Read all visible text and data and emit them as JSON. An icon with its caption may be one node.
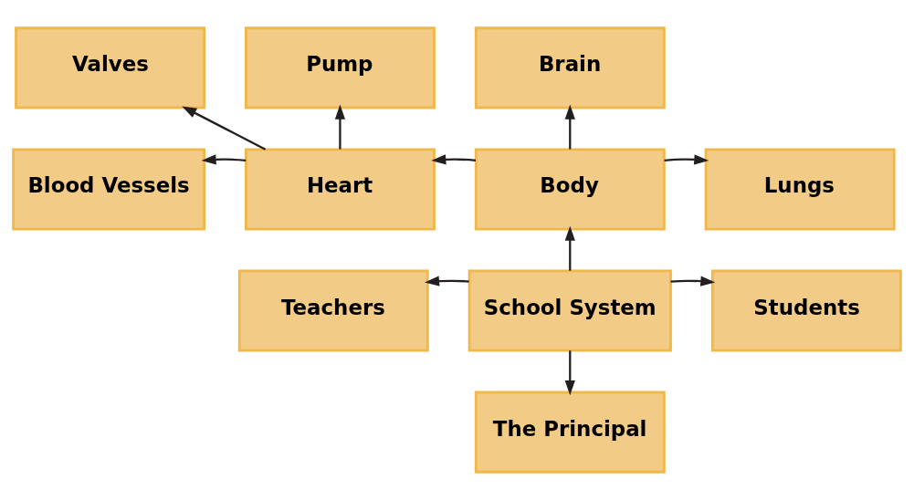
{
  "diagram": {
    "nodes": [
      {
        "text": [
          "Valves"
        ]
      },
      {
        "text": [
          "Pump"
        ]
      },
      {
        "text": [
          "Brain"
        ]
      },
      {
        "text": [
          "Blood Vessels"
        ]
      },
      {
        "text": [
          "Heart"
        ]
      },
      {
        "text": [
          "Body"
        ]
      },
      {
        "text": [
          "Lungs"
        ]
      },
      {
        "text": [
          "Teachers"
        ]
      },
      {
        "text": [
          "School System"
        ]
      },
      {
        "text": [
          "Students"
        ]
      },
      {
        "text": [
          "The Principal"
        ]
      }
    ],
    "edges": [
      {
        "from": 4,
        "to": 0,
        "arrow": "to"
      },
      {
        "from": 4,
        "to": 1,
        "arrow": "to"
      },
      {
        "from": 4,
        "to": 3,
        "arrow": "to"
      },
      {
        "from": 5,
        "to": 4,
        "arrow": "to"
      },
      {
        "from": 5,
        "to": 2,
        "arrow": "to"
      },
      {
        "from": 5,
        "to": 6,
        "arrow": "to"
      },
      {
        "from": 8,
        "to": 5,
        "arrow": "to"
      },
      {
        "from": 8,
        "to": 7,
        "arrow": "to"
      },
      {
        "from": 8,
        "to": 9,
        "arrow": "to"
      },
      {
        "from": 8,
        "to": 10,
        "arrow": "to"
      }
    ]
  }
}
